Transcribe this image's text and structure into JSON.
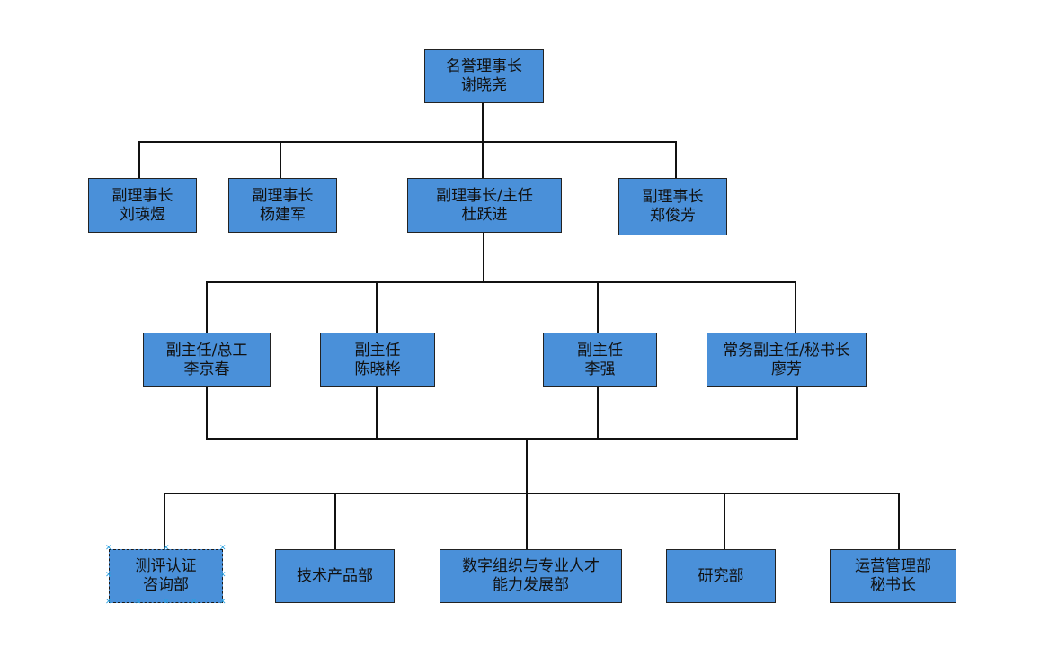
{
  "org_chart": {
    "chair": {
      "title": "名誉理事长",
      "name": "谢晓尧"
    },
    "vice_chairs": [
      {
        "title": "副理事长",
        "name": "刘瑛煜"
      },
      {
        "title": "副理事长",
        "name": "杨建军"
      },
      {
        "title": "副理事长/主任",
        "name": "杜跃进"
      },
      {
        "title": "副理事长",
        "name": "郑俊芳"
      }
    ],
    "deputies": [
      {
        "title": "副主任/总工",
        "name": "李京春"
      },
      {
        "title": "副主任",
        "name": "陈晓桦"
      },
      {
        "title": "副主任",
        "name": "李强"
      },
      {
        "title": "常务副主任/秘书长",
        "name": "廖芳"
      }
    ],
    "departments": [
      {
        "line1": "测评认证",
        "line2": "咨询部"
      },
      {
        "line1": "技术产品部",
        "line2": ""
      },
      {
        "line1": "数字组织与专业人才",
        "line2": "能力发展部"
      },
      {
        "line1": "研究部",
        "line2": ""
      },
      {
        "line1": "运营管理部",
        "line2": "秘书长"
      }
    ]
  },
  "colors": {
    "box_fill": "#4a90d9",
    "box_border": "#222222",
    "connector": "#111111",
    "selection_handle": "#2aa0e0"
  }
}
